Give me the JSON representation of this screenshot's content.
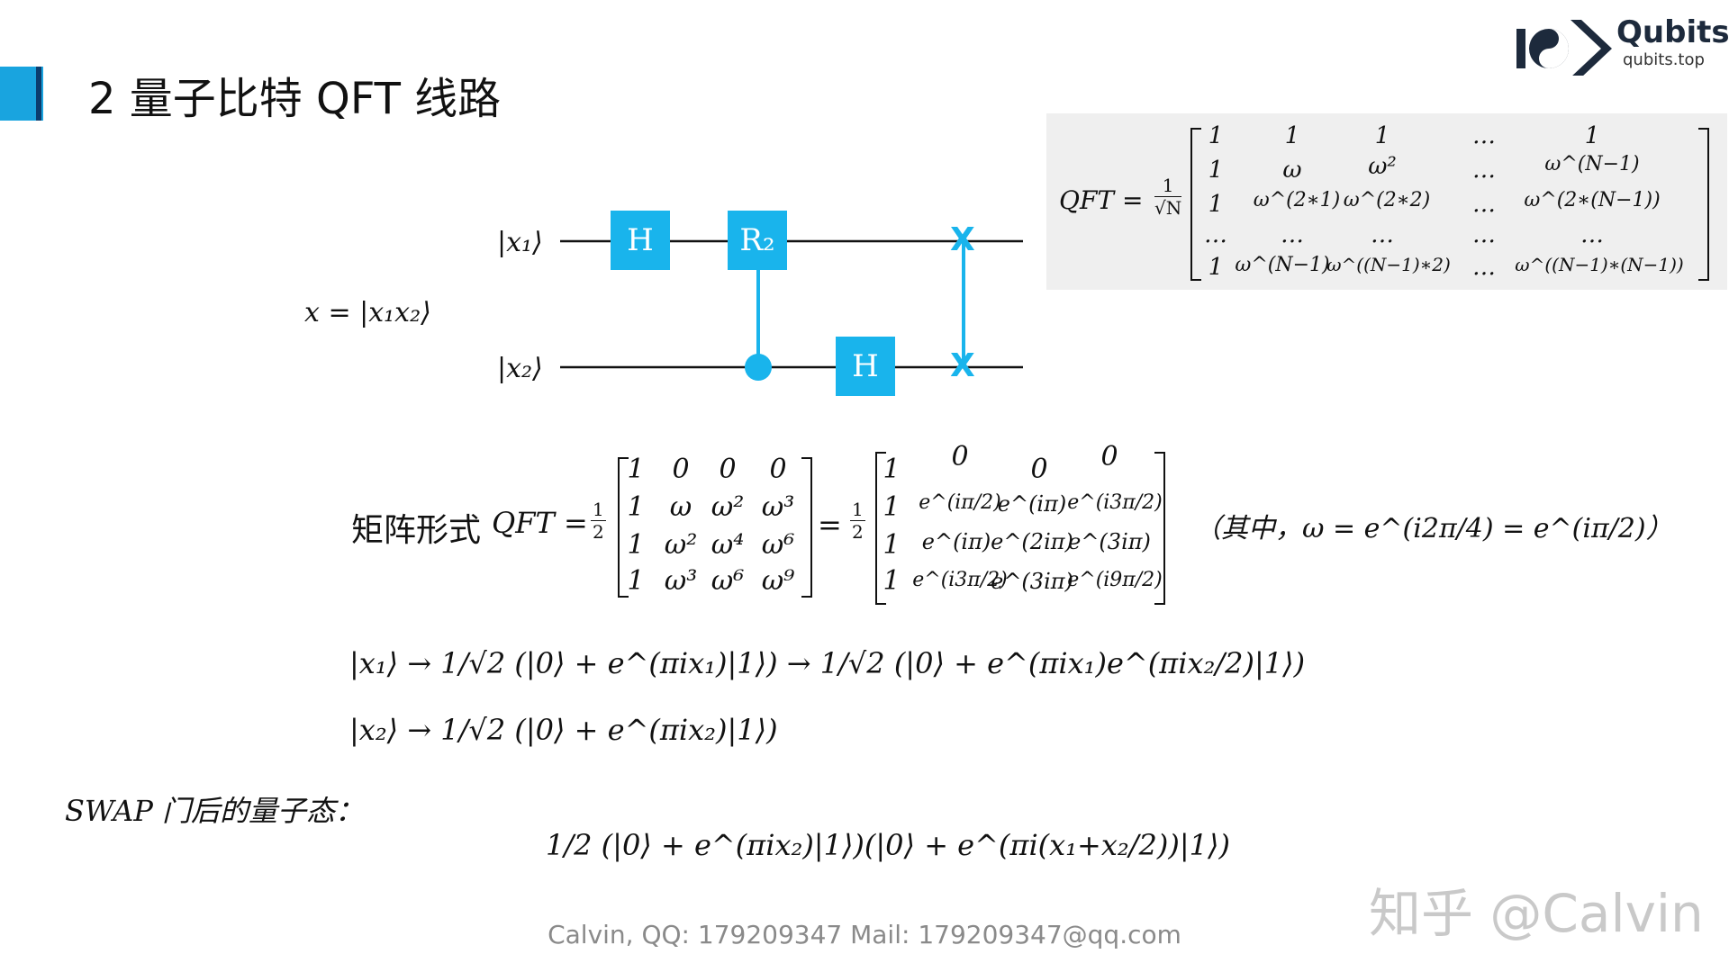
{
  "slide": {
    "title": "2 量子比特 QFT 线路",
    "accent_color": "#19a4df",
    "gate_color": "#19b4ec"
  },
  "logo": {
    "word": "Qubits",
    "sub": "qubits.top",
    "icon": "qubits-logo-icon"
  },
  "qft_definition": {
    "lhs": "QFT =",
    "prefactor_num": "1",
    "prefactor_den": "√N",
    "rows": [
      [
        "1",
        "1",
        "1",
        "…",
        "1"
      ],
      [
        "1",
        "ω",
        "ω²",
        "…",
        "ω^(N−1)"
      ],
      [
        "1",
        "ω^(2∗1)",
        "ω^(2∗2)",
        "…",
        "ω^(2∗(N−1))"
      ],
      [
        "…",
        "…",
        "…",
        "…",
        "…"
      ],
      [
        "1",
        "ω^(N−1)",
        "ω^((N−1)∗2)",
        "…",
        "ω^((N−1)∗(N−1))"
      ]
    ]
  },
  "circuit": {
    "input_label": "x = |x₁x₂⟩",
    "qubit1_label": "|x₁⟩",
    "qubit2_label": "|x₂⟩",
    "gate_h1": "H",
    "gate_r2": "R₂",
    "gate_h2": "H",
    "swap_symbol": "X"
  },
  "matrix_form": {
    "label": "矩阵形式",
    "lhs": "QFT =",
    "prefactor_num": "1",
    "prefactor_den": "2",
    "matrix_omega": [
      [
        "1",
        "0",
        "0",
        "0"
      ],
      [
        "1",
        "ω",
        "ω²",
        "ω³"
      ],
      [
        "1",
        "ω²",
        "ω⁴",
        "ω⁶"
      ],
      [
        "1",
        "ω³",
        "ω⁶",
        "ω⁹"
      ]
    ],
    "matrix_exp": [
      [
        "1",
        "0",
        "0",
        "0"
      ],
      [
        "1",
        "e^(iπ/2)",
        "e^(iπ)",
        "e^(i3π/2)"
      ],
      [
        "1",
        "e^(iπ)",
        "e^(2iπ)",
        "e^(3iπ)"
      ],
      [
        "1",
        "e^(i3π/2)",
        "e^(3iπ)",
        "e^(i9π/2)"
      ]
    ],
    "note": "（其中，ω = e^(i2π/4) = e^(iπ/2)）"
  },
  "evolution": {
    "line1": "|x₁⟩ → 1/√2 (|0⟩ + e^(πix₁)|1⟩) → 1/√2 (|0⟩ + e^(πix₁)e^(πix₂/2)|1⟩)",
    "line2": "|x₂⟩ → 1/√2 (|0⟩ + e^(πix₂)|1⟩)"
  },
  "swap": {
    "label": "SWAP 门后的量子态：",
    "state": "1/2 (|0⟩ + e^(πix₂)|1⟩)(|0⟩ + e^(πi(x₁+x₂/2))|1⟩)"
  },
  "footer": "Calvin,  QQ: 179209347  Mail: 179209347@qq.com",
  "watermark": "知乎 @Calvin"
}
